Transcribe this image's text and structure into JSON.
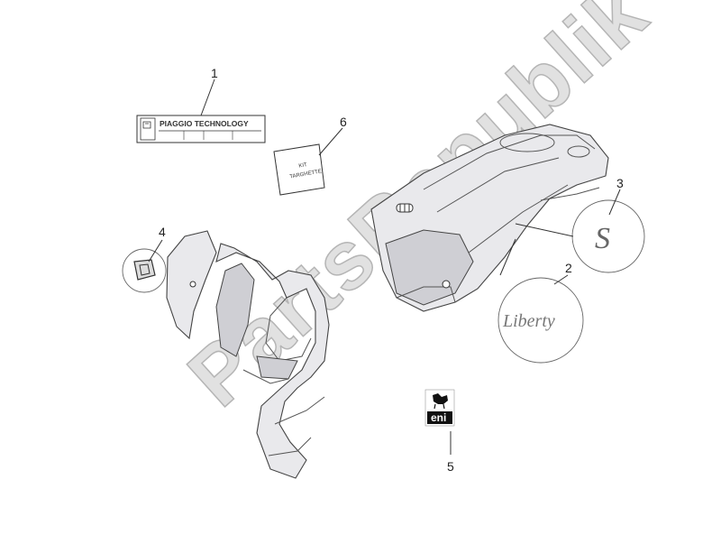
{
  "callouts": [
    {
      "id": "1",
      "label": "1"
    },
    {
      "id": "2",
      "label": "2"
    },
    {
      "id": "3",
      "label": "3"
    },
    {
      "id": "4",
      "label": "4"
    },
    {
      "id": "5",
      "label": "5"
    },
    {
      "id": "6",
      "label": "6"
    }
  ],
  "plate": {
    "text": "PIAGGIO TECHNOLOGY"
  },
  "card": {
    "line1": "KIT",
    "line2": "TARGHETTE"
  },
  "badge_s": {
    "text": "S"
  },
  "badge_liberty": {
    "text": "Liberty"
  },
  "eni": {
    "text": "eni"
  },
  "watermark": {
    "text": "PartsRepublik"
  },
  "colors": {
    "line": "#444444",
    "shell": "#e9e9ec",
    "watermark": "#c9c9c9"
  }
}
